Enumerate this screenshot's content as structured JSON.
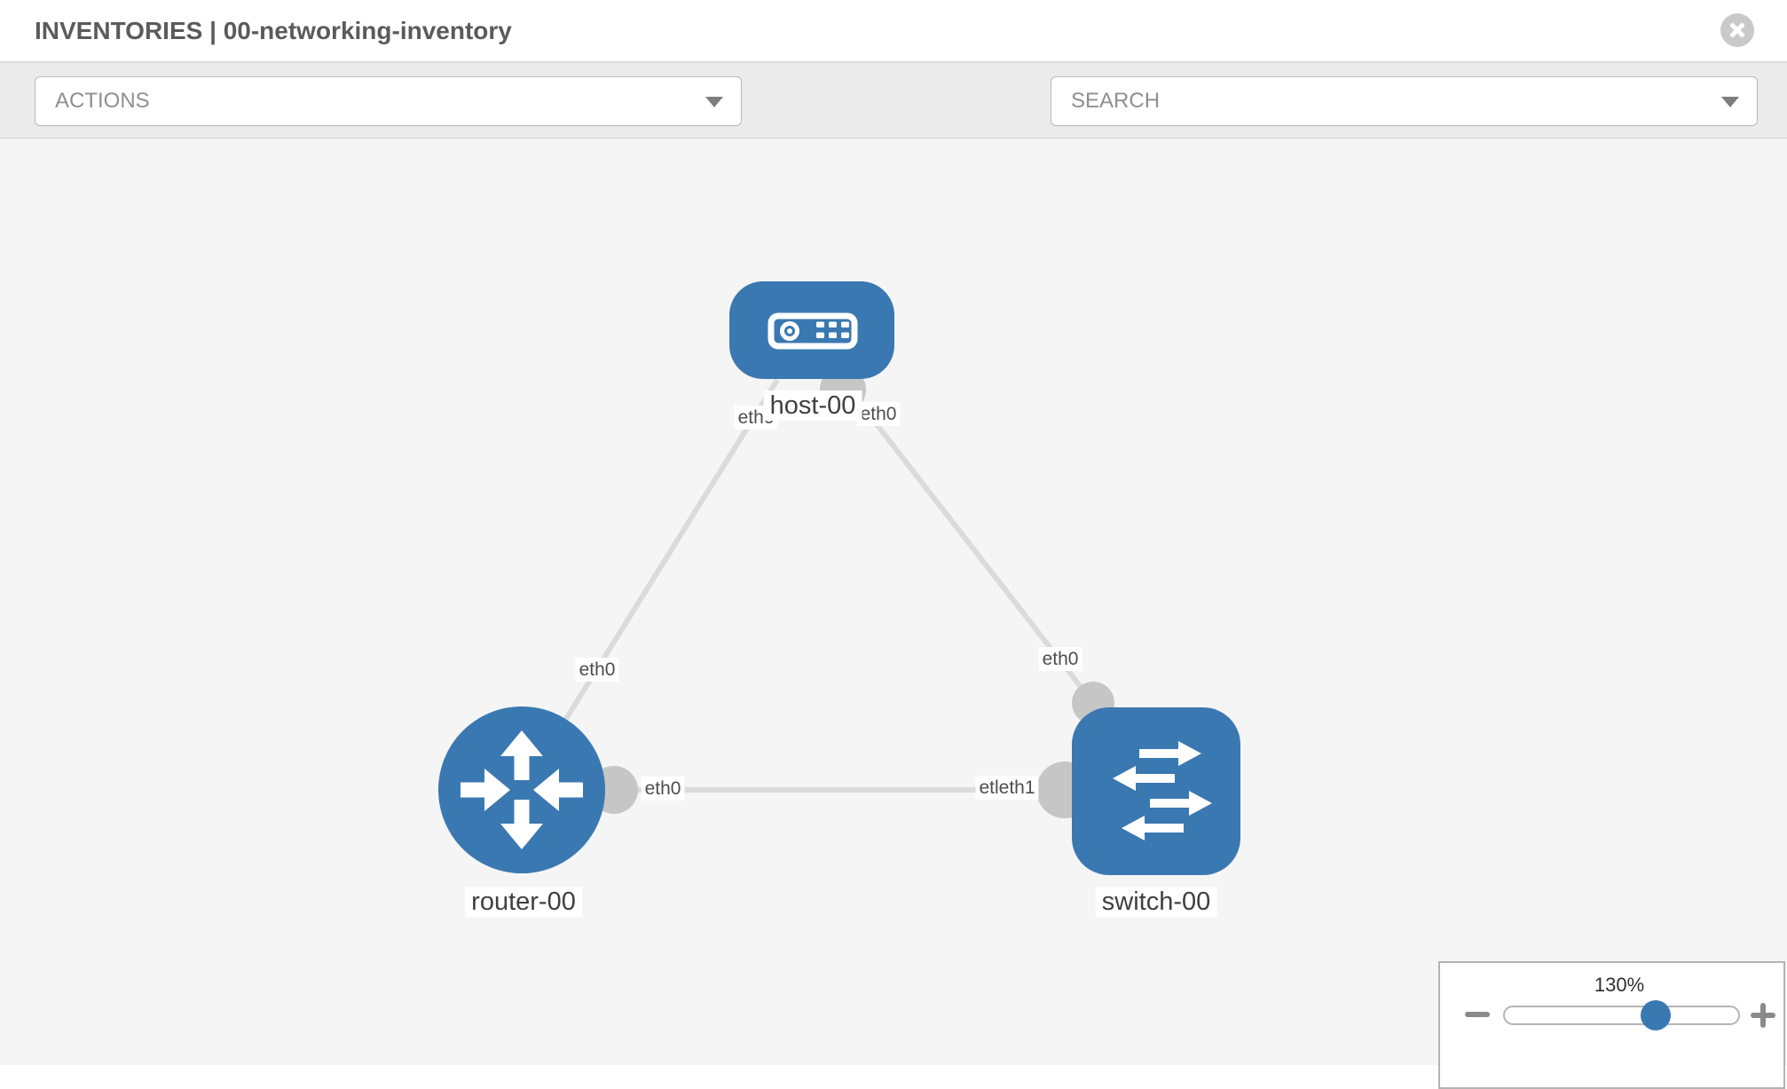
{
  "window": {
    "title": "INVENTORIES | 00-networking-inventory"
  },
  "toolbar": {
    "actions_label": "ACTIONS",
    "search_label": "SEARCH",
    "icons": [
      "wrench-icon",
      "key-icon"
    ]
  },
  "topology": {
    "nodes": [
      {
        "label": "host-00",
        "type": "host",
        "icon": "host-device-icon"
      },
      {
        "label": "router-00",
        "type": "router",
        "icon": "router-arrows-icon"
      },
      {
        "label": "switch-00",
        "type": "switch",
        "icon": "switch-arrows-icon"
      }
    ],
    "interface_labels": [
      "eth0",
      "eth0",
      "eth0",
      "eth0",
      "eth0",
      "etleth1"
    ],
    "links": [
      {
        "from": "router-00",
        "to": "host-00",
        "from_interface": "eth0",
        "to_interface": "eth0"
      },
      {
        "from": "switch-00",
        "to": "host-00",
        "from_interface": "eth0",
        "to_interface": "eth0"
      },
      {
        "from": "router-00",
        "to": "switch-00",
        "from_interface": "eth0",
        "to_interface": "eth1"
      }
    ]
  },
  "zoom_control": {
    "level": "130%",
    "minus_icon": "zoom-out-minus",
    "plus_icon": "zoom-in-plus"
  },
  "colors": {
    "node_blue": "#3a78b2",
    "connector_gray": "#c6c6c6",
    "link_gray": "#dbdbdb",
    "canvas_bg": "#f5f5f5",
    "toolbar_bg": "#ebebeb",
    "icon_gray": "#76818c"
  }
}
